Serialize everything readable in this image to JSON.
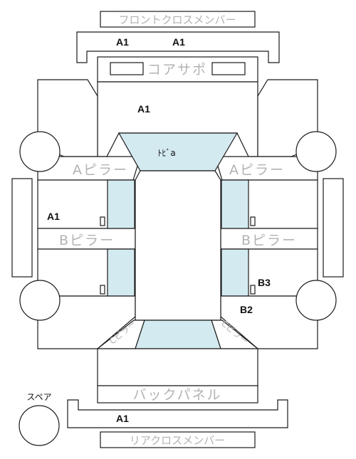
{
  "labels": {
    "front_cross_member": "フロントクロスメンバー",
    "core_support": "コアサポ",
    "a_pillar_left": "Aピラー",
    "a_pillar_right": "Aピラー",
    "b_pillar_left": "Bピラー",
    "b_pillar_right": "Bピラー",
    "c_pillar_left": "Cピラー",
    "c_pillar_right": "Cピラー",
    "back_panel": "バックパネル",
    "rear_cross_member": "リアクロスメンバー",
    "spare": "スペア",
    "roof": "ﾄﾋﾞa"
  },
  "damage_marks": {
    "front_cross_left": "A1",
    "front_cross_right": "A1",
    "hood": "A1",
    "left_side": "A1",
    "right_rear_b3": "B3",
    "right_rear_b2": "B2",
    "rear_cross": "A1"
  },
  "colors": {
    "glass": "#d4eaf1",
    "outline": "#1a1a1a",
    "label_gray": "#b3b3b3"
  }
}
